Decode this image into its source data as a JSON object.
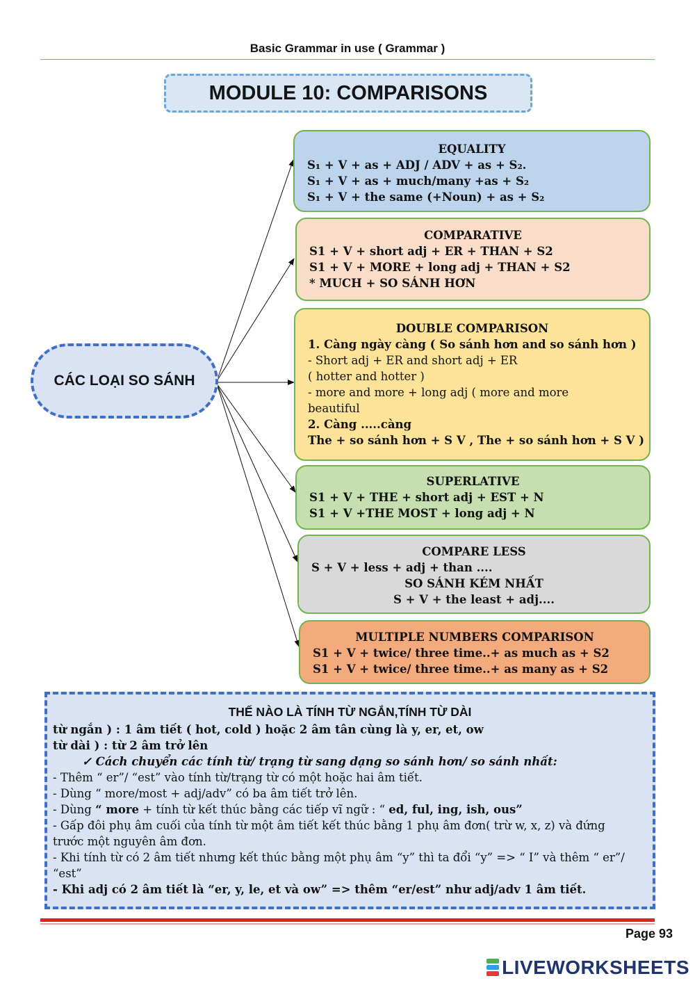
{
  "header": {
    "title": "Basic Grammar in use ( Grammar )"
  },
  "module_title": "MODULE 10: COMPARISONS",
  "hub_label": "CÁC LOẠI SO SÁNH",
  "equality": {
    "title": "EQUALITY",
    "lines": [
      "S₁ + V + as + ADJ / ADV + as + S₂.",
      "S₁ + V + as + much/many +as + S₂",
      "S₁ + V + the same (+Noun) + as + S₂"
    ]
  },
  "comparative": {
    "title": "COMPARATIVE",
    "lines": [
      "S1 + V + short adj + ER + THAN + S2",
      "S1 + V + MORE + long adj + THAN + S2",
      "* MUCH + SO SÁNH HƠN"
    ]
  },
  "double": {
    "title": "DOUBLE COMPARISON",
    "lines": [
      "1. Càng ngày càng ( So sánh hơn and so sánh hơn )",
      "- Short adj + ER and  short adj + ER",
      "( hotter and hotter )",
      "- more and more + long adj ( more and more",
      "beautiful",
      "2. Càng .....càng",
      "The + so sánh hơn + S V , The + so sánh hơn + S V )"
    ]
  },
  "superlative": {
    "title": "SUPERLATIVE",
    "lines": [
      "S1 + V + THE + short adj + EST + N",
      "S1 + V +THE MOST + long adj + N"
    ]
  },
  "less": {
    "title": "COMPARE LESS",
    "lines": [
      "S + V + less + adj + than ....",
      "SO SÁNH KÉM NHẤT",
      "S + V + the least + adj...."
    ]
  },
  "multiple": {
    "title": "MULTIPLE NUMBERS COMPARISON",
    "lines": [
      "S1 + V + twice/ three time..+ as much as + S2",
      "S1 + V + twice/ three time..+ as many as + S2"
    ]
  },
  "info": {
    "title": "THẾ NÀO LÀ TÍNH TỪ NGẮN,TÍNH TỪ DÀI",
    "line1": "từ ngắn ) : 1 âm tiết ( hot, cold ) hoặc 2 âm tân cùng là y, er, et, ow",
    "line2": "từ dài ) : từ 2 âm trở lên",
    "check_mark": "✓",
    "subtitle": "Cách chuyển các tính từ/ trạng từ sang dạng so sánh hơn/ so sánh nhất:",
    "rule1": "- Thêm “ er”/ “est” vào tính từ/trạng từ có một hoặc hai âm tiết.",
    "rule2": "- Dùng “ more/most + adj/adv” có ba âm tiết trở lên.",
    "rule3_a": "- Dùng ",
    "rule3_b": "“ more",
    "rule3_c": " + tính từ kết thúc bằng các tiếp vĩ ngữ : “ ",
    "rule3_d": "ed, ful, ing, ish, ous”",
    "rule4": "- Gấp đôi phụ âm cuối của tính từ một âm tiết kết thúc bằng 1 phụ âm đơn( trừ w, x, z) và đứng",
    "rule4b": "trước một nguyên âm đơn.",
    "rule5": "- Khi tính từ có 2 âm tiết nhưng kết thúc bằng một phụ âm “y” thì ta đổi “y” => “ I” và thêm “ er”/",
    "rule5b": "“est”",
    "rule6": "- Khi adj có 2 âm tiết là “er, y, le, et và ow” => thêm “er/est” như adj/adv 1 âm tiết."
  },
  "footer": {
    "page": "Page 93",
    "brand": "LIVEWORKSHEETS",
    "logo_colors": [
      "#4caf50",
      "#29a3d9",
      "#e53935"
    ]
  }
}
